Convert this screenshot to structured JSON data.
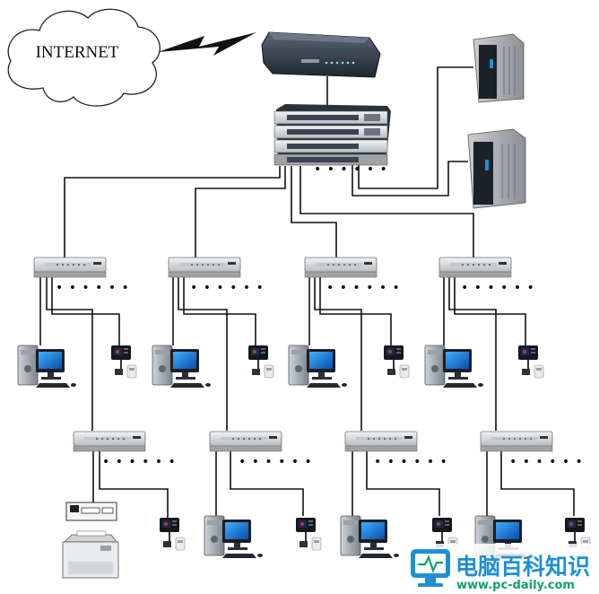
{
  "cloud": {
    "label": "INTERNET"
  },
  "ellipsis": "• • • • • •",
  "watermark": {
    "title": "电脑百科知识",
    "url": "www.pc-daily.com"
  },
  "colors": {
    "accent_blue": "#1e8fd6",
    "watermark_green": "#10a36a",
    "device_dark": "#2b3440",
    "switch_gray": "#d8dadc"
  },
  "icons": {
    "router": "modem-router-icon",
    "core_switch": "stacked-switch-icon",
    "server": "tower-server-icon",
    "switch": "network-switch-icon",
    "pc": "desktop-computer-icon",
    "terminal": "card-reader-terminal-icon",
    "printer": "laser-printer-icon",
    "patch_panel": "patch-panel-icon",
    "link": "wan-lightning-link-icon"
  }
}
